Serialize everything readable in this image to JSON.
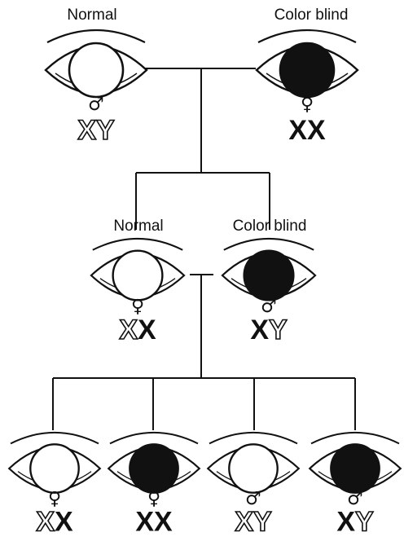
{
  "labels": {
    "parent_father": "Normal",
    "parent_mother": "Color blind",
    "child_daughter": "Normal",
    "child_son": "Color blind"
  },
  "individuals": [
    {
      "id": "gen1-father",
      "iris": "normal",
      "sex_symbol": "♂",
      "chromosomes": [
        {
          "letter": "X",
          "style": "outline"
        },
        {
          "letter": "Y",
          "style": "outline"
        }
      ]
    },
    {
      "id": "gen1-mother",
      "iris": "color-blind",
      "sex_symbol": "♀",
      "chromosomes": [
        {
          "letter": "X",
          "style": "solid"
        },
        {
          "letter": "X",
          "style": "solid"
        }
      ]
    },
    {
      "id": "gen2-daughter",
      "iris": "normal",
      "sex_symbol": "♀",
      "chromosomes": [
        {
          "letter": "X",
          "style": "outline"
        },
        {
          "letter": "X",
          "style": "solid"
        }
      ]
    },
    {
      "id": "gen2-son",
      "iris": "color-blind",
      "sex_symbol": "♂",
      "chromosomes": [
        {
          "letter": "X",
          "style": "solid"
        },
        {
          "letter": "Y",
          "style": "outline"
        }
      ]
    },
    {
      "id": "gen3-daughter-1",
      "iris": "normal",
      "sex_symbol": "♀",
      "chromosomes": [
        {
          "letter": "X",
          "style": "outline"
        },
        {
          "letter": "X",
          "style": "solid"
        }
      ]
    },
    {
      "id": "gen3-daughter-2",
      "iris": "color-blind",
      "sex_symbol": "♀",
      "chromosomes": [
        {
          "letter": "X",
          "style": "solid"
        },
        {
          "letter": "X",
          "style": "solid"
        }
      ]
    },
    {
      "id": "gen3-son-1",
      "iris": "normal",
      "sex_symbol": "♂",
      "chromosomes": [
        {
          "letter": "X",
          "style": "outline"
        },
        {
          "letter": "Y",
          "style": "outline"
        }
      ]
    },
    {
      "id": "gen3-son-2",
      "iris": "color-blind",
      "sex_symbol": "♂",
      "chromosomes": [
        {
          "letter": "X",
          "style": "solid"
        },
        {
          "letter": "Y",
          "style": "outline"
        }
      ]
    }
  ],
  "colors": {
    "ink": "#111111",
    "background": "#ffffff"
  }
}
